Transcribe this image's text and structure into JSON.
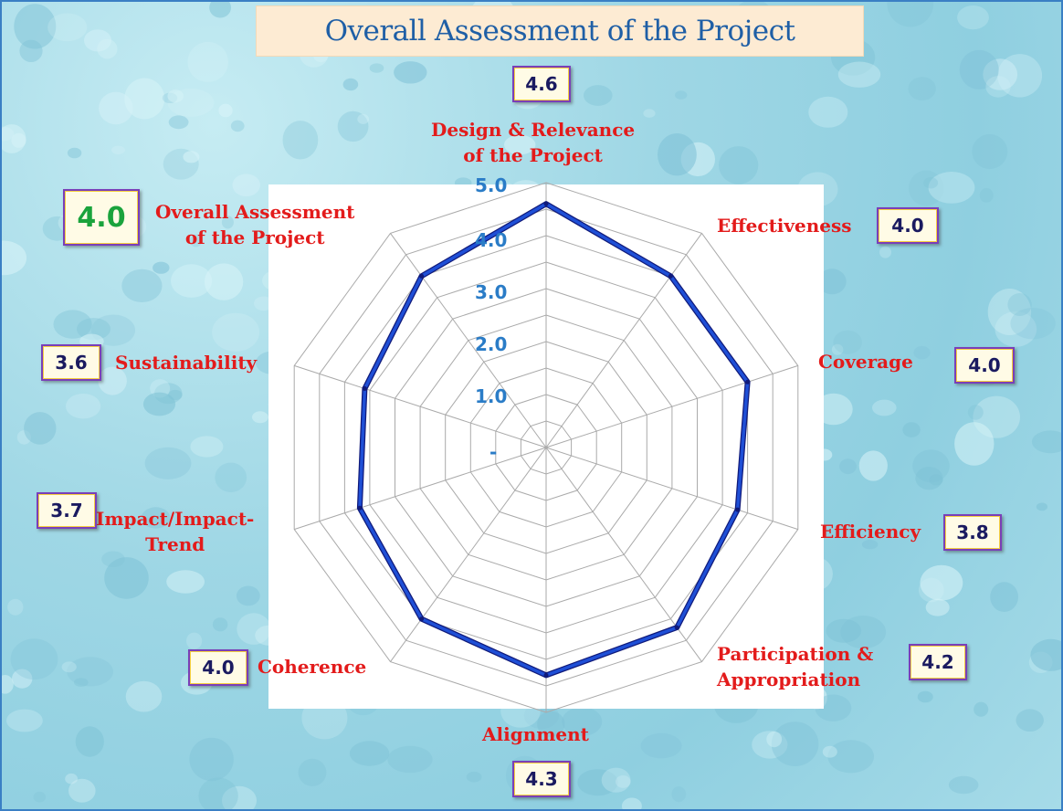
{
  "chart_data": {
    "type": "radar",
    "title": "Overall Assessment of the Project",
    "categories": [
      "Design & Relevance of the Project",
      "Effectiveness",
      "Coverage",
      "Efficiency",
      "Participation & Appropriation",
      "Alignment",
      "Coherence",
      "Impact/Impact-Trend",
      "Sustainability",
      "Overall Assessment of the Project"
    ],
    "category_label_lines": [
      [
        "Design & Relevance",
        "of the Project"
      ],
      [
        "Effectiveness"
      ],
      [
        "Coverage"
      ],
      [
        "Efficiency"
      ],
      [
        "Participation &",
        "Appropriation"
      ],
      [
        "Alignment"
      ],
      [
        "Coherence"
      ],
      [
        "Impact/Impact-",
        "Trend"
      ],
      [
        "Sustainability"
      ],
      [
        "Overall Assessment",
        "of the Project"
      ]
    ],
    "values": [
      4.6,
      4.0,
      4.0,
      3.8,
      4.2,
      4.3,
      4.0,
      3.7,
      3.6,
      4.0
    ],
    "value_labels": [
      "4.6",
      "4.0",
      "4.0",
      "3.8",
      "4.2",
      "4.3",
      "4.0",
      "3.7",
      "3.6",
      "4.0"
    ],
    "rlim": [
      0,
      5
    ],
    "tick_values": [
      0,
      1,
      2,
      3,
      4,
      5
    ],
    "tick_labels": [
      "-",
      "1.0",
      "2.0",
      "3.0",
      "4.0",
      "5.0"
    ],
    "grid": true,
    "colors": {
      "series_line": "#1f4fd6",
      "series_line_dark": "#101a7a",
      "grid": "#aaaaaa",
      "category_label": "#e31b1b",
      "tick_label": "#2a7cc7",
      "title": "#1f5fa6",
      "overall_value": "#1aa33c"
    }
  }
}
